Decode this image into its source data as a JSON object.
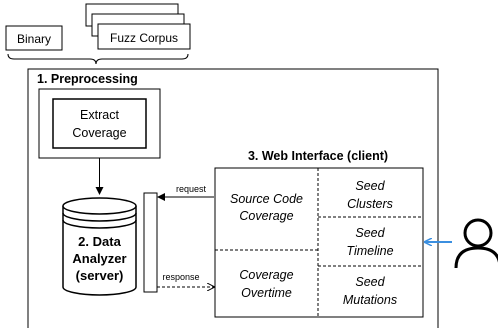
{
  "inputs": {
    "binary": "Binary",
    "fuzz_corpus": "Fuzz Corpus"
  },
  "preprocessing": {
    "title": "1. Preprocessing",
    "extract_line1": "Extract",
    "extract_line2": "Coverage"
  },
  "analyzer": {
    "line1": "2. Data",
    "line2": "Analyzer",
    "line3": "(server)"
  },
  "arrows": {
    "request": "request",
    "response": "response"
  },
  "web": {
    "title": "3. Web Interface (client)",
    "source_code_line1": "Source Code",
    "source_code_line2": "Coverage",
    "overtime_line1": "Coverage",
    "overtime_line2": "Overtime",
    "clusters_line1": "Seed",
    "clusters_line2": "Clusters",
    "timeline_line1": "Seed",
    "timeline_line2": "Timeline",
    "mutations_line1": "Seed",
    "mutations_line2": "Mutations"
  },
  "colors": {
    "user_arrow": "#3b8fe0",
    "ink": "#000000"
  },
  "icons": {
    "user": "user-icon"
  }
}
